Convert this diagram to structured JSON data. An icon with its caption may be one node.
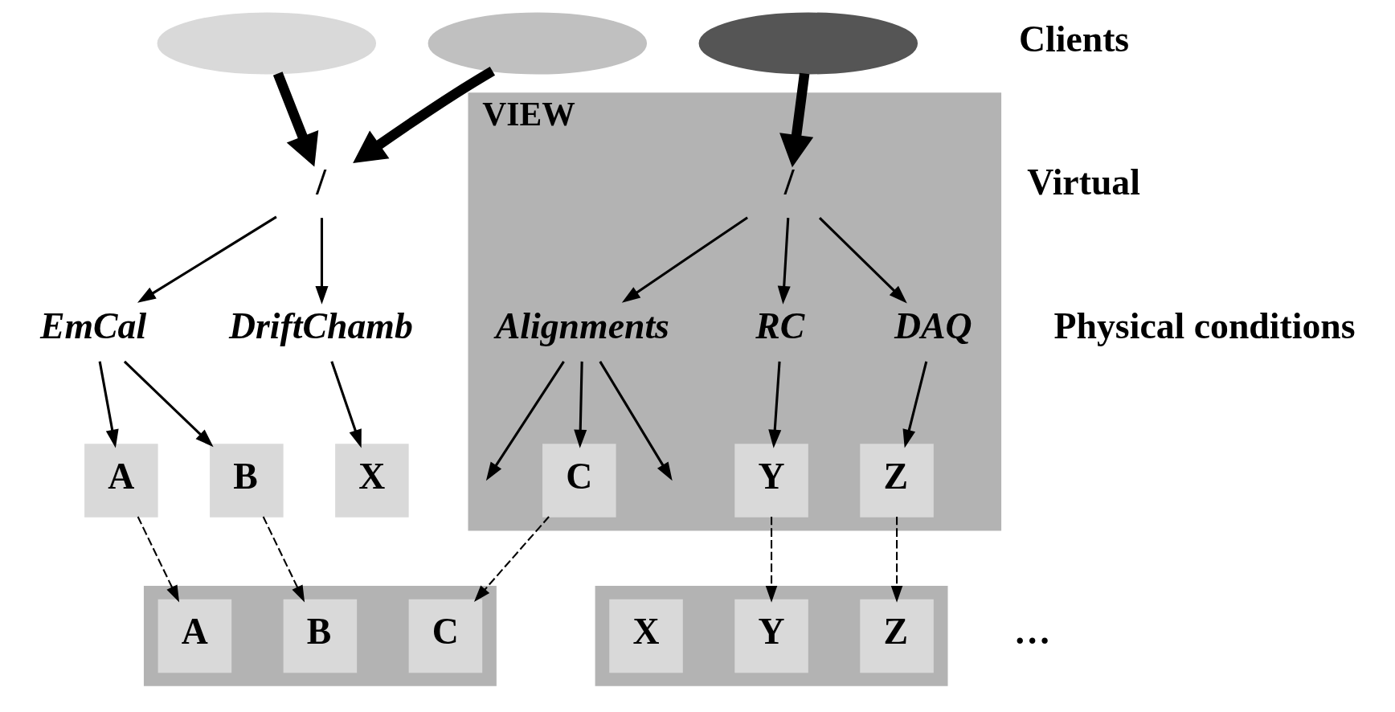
{
  "diagram": {
    "nodes": [
      {
        "text": [],
        "shape": "ellipse"
      },
      {
        "text": [],
        "shape": "ellipse"
      },
      {
        "text": [],
        "shape": "ellipse"
      },
      {
        "text": [
          "/"
        ]
      },
      {
        "text": [
          "EmCal"
        ]
      },
      {
        "text": [
          "DriftChamb"
        ]
      },
      {
        "text": [
          "A"
        ]
      },
      {
        "text": [
          "B"
        ]
      },
      {
        "text": [
          "X"
        ]
      },
      {
        "text": [
          "VIEW"
        ]
      },
      {
        "text": [
          "/"
        ],
        "in": 9
      },
      {
        "text": [
          "Alignments"
        ],
        "in": 9
      },
      {
        "text": [
          "RC"
        ],
        "in": 9
      },
      {
        "text": [
          "DAQ"
        ],
        "in": 9
      },
      {
        "text": [
          "C"
        ],
        "in": 9
      },
      {
        "text": [
          "Y"
        ],
        "in": 9
      },
      {
        "text": [
          "Z"
        ],
        "in": 9
      },
      {
        "text": [],
        "shape": "box"
      },
      {
        "text": [
          "A"
        ],
        "in": 17
      },
      {
        "text": [
          "B"
        ],
        "in": 17
      },
      {
        "text": [
          "C"
        ],
        "in": 17
      },
      {
        "text": [],
        "shape": "box"
      },
      {
        "text": [
          "X"
        ],
        "in": 21
      },
      {
        "text": [
          "Y"
        ],
        "in": 21
      },
      {
        "text": [
          "Z"
        ],
        "in": 21
      }
    ],
    "edges": [
      {
        "from": 0,
        "to": 3,
        "arrow": "to",
        "style": "thick"
      },
      {
        "from": 1,
        "to": 3,
        "arrow": "to",
        "style": "thick"
      },
      {
        "from": 2,
        "to": 10,
        "arrow": "to",
        "style": "thick"
      },
      {
        "from": 3,
        "to": 4,
        "arrow": "to"
      },
      {
        "from": 3,
        "to": 5,
        "arrow": "to"
      },
      {
        "from": 4,
        "to": 6,
        "arrow": "to"
      },
      {
        "from": 4,
        "to": 7,
        "arrow": "to"
      },
      {
        "from": 5,
        "to": 8,
        "arrow": "to"
      },
      {
        "from": 10,
        "to": 11,
        "arrow": "to"
      },
      {
        "from": 10,
        "to": 12,
        "arrow": "to"
      },
      {
        "from": 10,
        "to": 13,
        "arrow": "to"
      },
      {
        "from": 11,
        "to": null,
        "arrow": "to"
      },
      {
        "from": 11,
        "to": 14,
        "arrow": "to"
      },
      {
        "from": 11,
        "to": null,
        "arrow": "to"
      },
      {
        "from": 12,
        "to": 15,
        "arrow": "to"
      },
      {
        "from": 13,
        "to": 16,
        "arrow": "to"
      },
      {
        "from": 6,
        "to": 18,
        "arrow": "to",
        "style": "dashed"
      },
      {
        "from": 7,
        "to": 19,
        "arrow": "to",
        "style": "dashed"
      },
      {
        "from": 14,
        "to": 20,
        "arrow": "to",
        "style": "dashed"
      },
      {
        "from": 15,
        "to": 23,
        "arrow": "to",
        "style": "dashed"
      },
      {
        "from": 16,
        "to": 24,
        "arrow": "to",
        "style": "dashed"
      }
    ],
    "labels": [
      "Clients",
      "Virtual",
      "…",
      "Physical conditions"
    ]
  }
}
